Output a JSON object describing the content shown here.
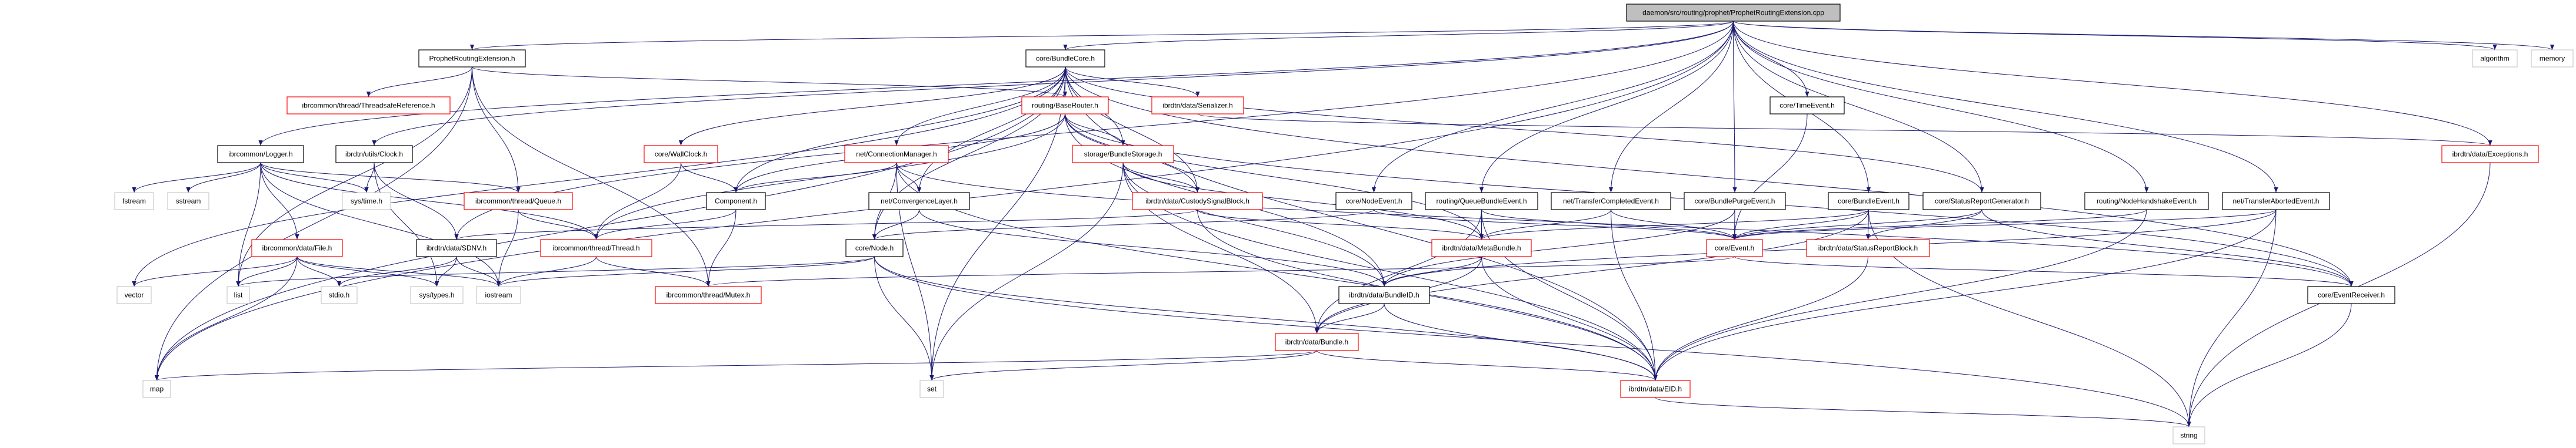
{
  "colors": {
    "edge": "#191970",
    "root_fill": "#bfbfbf",
    "documented_border": "#000000",
    "truncated_border": "#ff0000",
    "external_border": "#bfbfbf"
  },
  "nodes": [
    {
      "id": "root",
      "label": "daemon/src/routing/prophet/ProphetRoutingExtension.cpp",
      "kind": "root"
    },
    {
      "id": "pre",
      "label": "ProphetRoutingExtension.h",
      "kind": "doc"
    },
    {
      "id": "core",
      "label": "core/BundleCore.h",
      "kind": "doc"
    },
    {
      "id": "alg",
      "label": "algorithm",
      "kind": "ext"
    },
    {
      "id": "mem",
      "label": "memory",
      "kind": "ext"
    },
    {
      "id": "tsr",
      "label": "ibrcommon/thread/ThreadsafeReference.h",
      "kind": "trunc"
    },
    {
      "id": "br",
      "label": "routing/BaseRouter.h",
      "kind": "trunc"
    },
    {
      "id": "ser",
      "label": "ibrdtn/data/Serializer.h",
      "kind": "trunc"
    },
    {
      "id": "te",
      "label": "core/TimeEvent.h",
      "kind": "doc"
    },
    {
      "id": "log",
      "label": "ibrcommon/Logger.h",
      "kind": "doc"
    },
    {
      "id": "clk",
      "label": "ibrdtn/utils/Clock.h",
      "kind": "doc"
    },
    {
      "id": "wc",
      "label": "core/WallClock.h",
      "kind": "trunc"
    },
    {
      "id": "cm",
      "label": "net/ConnectionManager.h",
      "kind": "trunc"
    },
    {
      "id": "bs",
      "label": "storage/BundleStorage.h",
      "kind": "trunc"
    },
    {
      "id": "exc",
      "label": "ibrdtn/data/Exceptions.h",
      "kind": "trunc"
    },
    {
      "id": "fst",
      "label": "fstream",
      "kind": "ext"
    },
    {
      "id": "sst",
      "label": "sstream",
      "kind": "ext"
    },
    {
      "id": "stime",
      "label": "sys/time.h",
      "kind": "ext"
    },
    {
      "id": "q",
      "label": "ibrcommon/thread/Queue.h",
      "kind": "trunc"
    },
    {
      "id": "comp",
      "label": "Component.h",
      "kind": "doc"
    },
    {
      "id": "cl",
      "label": "net/ConvergenceLayer.h",
      "kind": "doc"
    },
    {
      "id": "csb",
      "label": "ibrdtn/data/CustodySignalBlock.h",
      "kind": "trunc"
    },
    {
      "id": "ne",
      "label": "core/NodeEvent.h",
      "kind": "doc"
    },
    {
      "id": "qbe",
      "label": "routing/QueueBundleEvent.h",
      "kind": "doc"
    },
    {
      "id": "tce",
      "label": "net/TransferCompletedEvent.h",
      "kind": "doc"
    },
    {
      "id": "bpe",
      "label": "core/BundlePurgeEvent.h",
      "kind": "doc"
    },
    {
      "id": "be",
      "label": "core/BundleEvent.h",
      "kind": "doc"
    },
    {
      "id": "srg",
      "label": "core/StatusReportGenerator.h",
      "kind": "doc"
    },
    {
      "id": "nhe",
      "label": "routing/NodeHandshakeEvent.h",
      "kind": "doc"
    },
    {
      "id": "tae",
      "label": "net/TransferAbortedEvent.h",
      "kind": "doc"
    },
    {
      "id": "file",
      "label": "ibrcommon/data/File.h",
      "kind": "trunc"
    },
    {
      "id": "sdnv",
      "label": "ibrdtn/data/SDNV.h",
      "kind": "doc"
    },
    {
      "id": "thr",
      "label": "ibrcommon/thread/Thread.h",
      "kind": "trunc"
    },
    {
      "id": "node",
      "label": "core/Node.h",
      "kind": "doc"
    },
    {
      "id": "mb",
      "label": "ibrdtn/data/MetaBundle.h",
      "kind": "trunc"
    },
    {
      "id": "ev",
      "label": "core/Event.h",
      "kind": "trunc"
    },
    {
      "id": "srb",
      "label": "ibrdtn/data/StatusReportBlock.h",
      "kind": "trunc"
    },
    {
      "id": "vec",
      "label": "vector",
      "kind": "ext"
    },
    {
      "id": "list",
      "label": "list",
      "kind": "ext"
    },
    {
      "id": "stdio",
      "label": "stdio.h",
      "kind": "ext"
    },
    {
      "id": "stypes",
      "label": "sys/types.h",
      "kind": "ext"
    },
    {
      "id": "ios",
      "label": "iostream",
      "kind": "ext"
    },
    {
      "id": "mtx",
      "label": "ibrcommon/thread/Mutex.h",
      "kind": "trunc"
    },
    {
      "id": "bid",
      "label": "ibrdtn/data/BundleID.h",
      "kind": "doc"
    },
    {
      "id": "er",
      "label": "core/EventReceiver.h",
      "kind": "doc"
    },
    {
      "id": "bun",
      "label": "ibrdtn/data/Bundle.h",
      "kind": "trunc"
    },
    {
      "id": "map",
      "label": "map",
      "kind": "ext"
    },
    {
      "id": "set",
      "label": "set",
      "kind": "ext"
    },
    {
      "id": "eid",
      "label": "ibrdtn/data/EID.h",
      "kind": "trunc"
    },
    {
      "id": "str",
      "label": "string",
      "kind": "ext"
    }
  ],
  "edges": [
    [
      "root",
      "pre"
    ],
    [
      "root",
      "core"
    ],
    [
      "root",
      "log"
    ],
    [
      "root",
      "clk"
    ],
    [
      "root",
      "ne"
    ],
    [
      "root",
      "qbe"
    ],
    [
      "root",
      "tce"
    ],
    [
      "root",
      "bpe"
    ],
    [
      "root",
      "te"
    ],
    [
      "root",
      "be"
    ],
    [
      "root",
      "nhe"
    ],
    [
      "root",
      "tae"
    ],
    [
      "root",
      "alg"
    ],
    [
      "root",
      "mem"
    ],
    [
      "root",
      "exc"
    ],
    [
      "root",
      "srg"
    ],
    [
      "root",
      "sdnv"
    ],
    [
      "root",
      "map"
    ],
    [
      "pre",
      "tsr"
    ],
    [
      "pre",
      "q"
    ],
    [
      "pre",
      "br"
    ],
    [
      "pre",
      "map"
    ],
    [
      "pre",
      "list"
    ],
    [
      "pre",
      "mtx"
    ],
    [
      "log",
      "fst"
    ],
    [
      "log",
      "sst"
    ],
    [
      "log",
      "list"
    ],
    [
      "log",
      "file"
    ],
    [
      "log",
      "stime"
    ],
    [
      "log",
      "q"
    ],
    [
      "log",
      "thr"
    ],
    [
      "log",
      "ios"
    ],
    [
      "clk",
      "stime"
    ],
    [
      "clk",
      "stypes"
    ],
    [
      "clk",
      "sdnv"
    ],
    [
      "q",
      "thr"
    ],
    [
      "q",
      "ios"
    ],
    [
      "file",
      "vec"
    ],
    [
      "file",
      "list"
    ],
    [
      "file",
      "map"
    ],
    [
      "file",
      "stdio"
    ],
    [
      "file",
      "stypes"
    ],
    [
      "file",
      "ios"
    ],
    [
      "sdnv",
      "stdio"
    ],
    [
      "sdnv",
      "stypes"
    ],
    [
      "sdnv",
      "ios"
    ],
    [
      "thr",
      "mtx"
    ],
    [
      "thr",
      "ios"
    ],
    [
      "core",
      "br"
    ],
    [
      "core",
      "ser"
    ],
    [
      "core",
      "bs"
    ],
    [
      "core",
      "wc"
    ],
    [
      "core",
      "cm"
    ],
    [
      "core",
      "cl"
    ],
    [
      "core",
      "comp"
    ],
    [
      "core",
      "csb"
    ],
    [
      "core",
      "node"
    ],
    [
      "core",
      "set"
    ],
    [
      "core",
      "vec"
    ],
    [
      "core",
      "map"
    ],
    [
      "core",
      "er"
    ],
    [
      "core",
      "srg"
    ],
    [
      "core",
      "eid"
    ],
    [
      "br",
      "bs"
    ],
    [
      "br",
      "csb"
    ],
    [
      "br",
      "mb"
    ],
    [
      "br",
      "comp"
    ],
    [
      "br",
      "thr"
    ],
    [
      "br",
      "er"
    ],
    [
      "br",
      "bid"
    ],
    [
      "wc",
      "comp"
    ],
    [
      "wc",
      "thr"
    ],
    [
      "cm",
      "comp"
    ],
    [
      "cm",
      "cl"
    ],
    [
      "cm",
      "node"
    ],
    [
      "cm",
      "set"
    ],
    [
      "cm",
      "eid"
    ],
    [
      "cm",
      "er"
    ],
    [
      "comp",
      "thr"
    ],
    [
      "comp",
      "mtx"
    ],
    [
      "cl",
      "node"
    ],
    [
      "cl",
      "bid"
    ],
    [
      "node",
      "set"
    ],
    [
      "node",
      "str"
    ],
    [
      "node",
      "eid"
    ],
    [
      "node",
      "ios"
    ],
    [
      "node",
      "list"
    ],
    [
      "bs",
      "csb"
    ],
    [
      "bs",
      "mb"
    ],
    [
      "bs",
      "set"
    ],
    [
      "bs",
      "bid"
    ],
    [
      "bs",
      "bun"
    ],
    [
      "bs",
      "eid"
    ],
    [
      "csb",
      "mb"
    ],
    [
      "csb",
      "eid"
    ],
    [
      "csb",
      "sdnv"
    ],
    [
      "ser",
      "exc"
    ],
    [
      "ne",
      "ev"
    ],
    [
      "ne",
      "node"
    ],
    [
      "qbe",
      "mb"
    ],
    [
      "qbe",
      "ev"
    ],
    [
      "qbe",
      "eid"
    ],
    [
      "qbe",
      "bun"
    ],
    [
      "tce",
      "mb"
    ],
    [
      "tce",
      "ev"
    ],
    [
      "tce",
      "eid"
    ],
    [
      "bpe",
      "ev"
    ],
    [
      "bpe",
      "bid"
    ],
    [
      "te",
      "ev"
    ],
    [
      "be",
      "ev"
    ],
    [
      "be",
      "srb"
    ],
    [
      "be",
      "bun"
    ],
    [
      "be",
      "mb"
    ],
    [
      "be",
      "str"
    ],
    [
      "srg",
      "srb"
    ],
    [
      "srg",
      "er"
    ],
    [
      "srg",
      "ev"
    ],
    [
      "nhe",
      "ev"
    ],
    [
      "nhe",
      "eid"
    ],
    [
      "tae",
      "ev"
    ],
    [
      "tae",
      "bid"
    ],
    [
      "tae",
      "eid"
    ],
    [
      "tae",
      "str"
    ],
    [
      "mb",
      "bid"
    ],
    [
      "mb",
      "bun"
    ],
    [
      "mb",
      "eid"
    ],
    [
      "ev",
      "mtx"
    ],
    [
      "ev",
      "er"
    ],
    [
      "srb",
      "eid"
    ],
    [
      "bid",
      "bun"
    ],
    [
      "bid",
      "eid"
    ],
    [
      "bun",
      "set"
    ],
    [
      "bun",
      "map"
    ],
    [
      "bun",
      "eid"
    ],
    [
      "eid",
      "str"
    ],
    [
      "er",
      "str"
    ],
    [
      "exc",
      "str"
    ]
  ]
}
